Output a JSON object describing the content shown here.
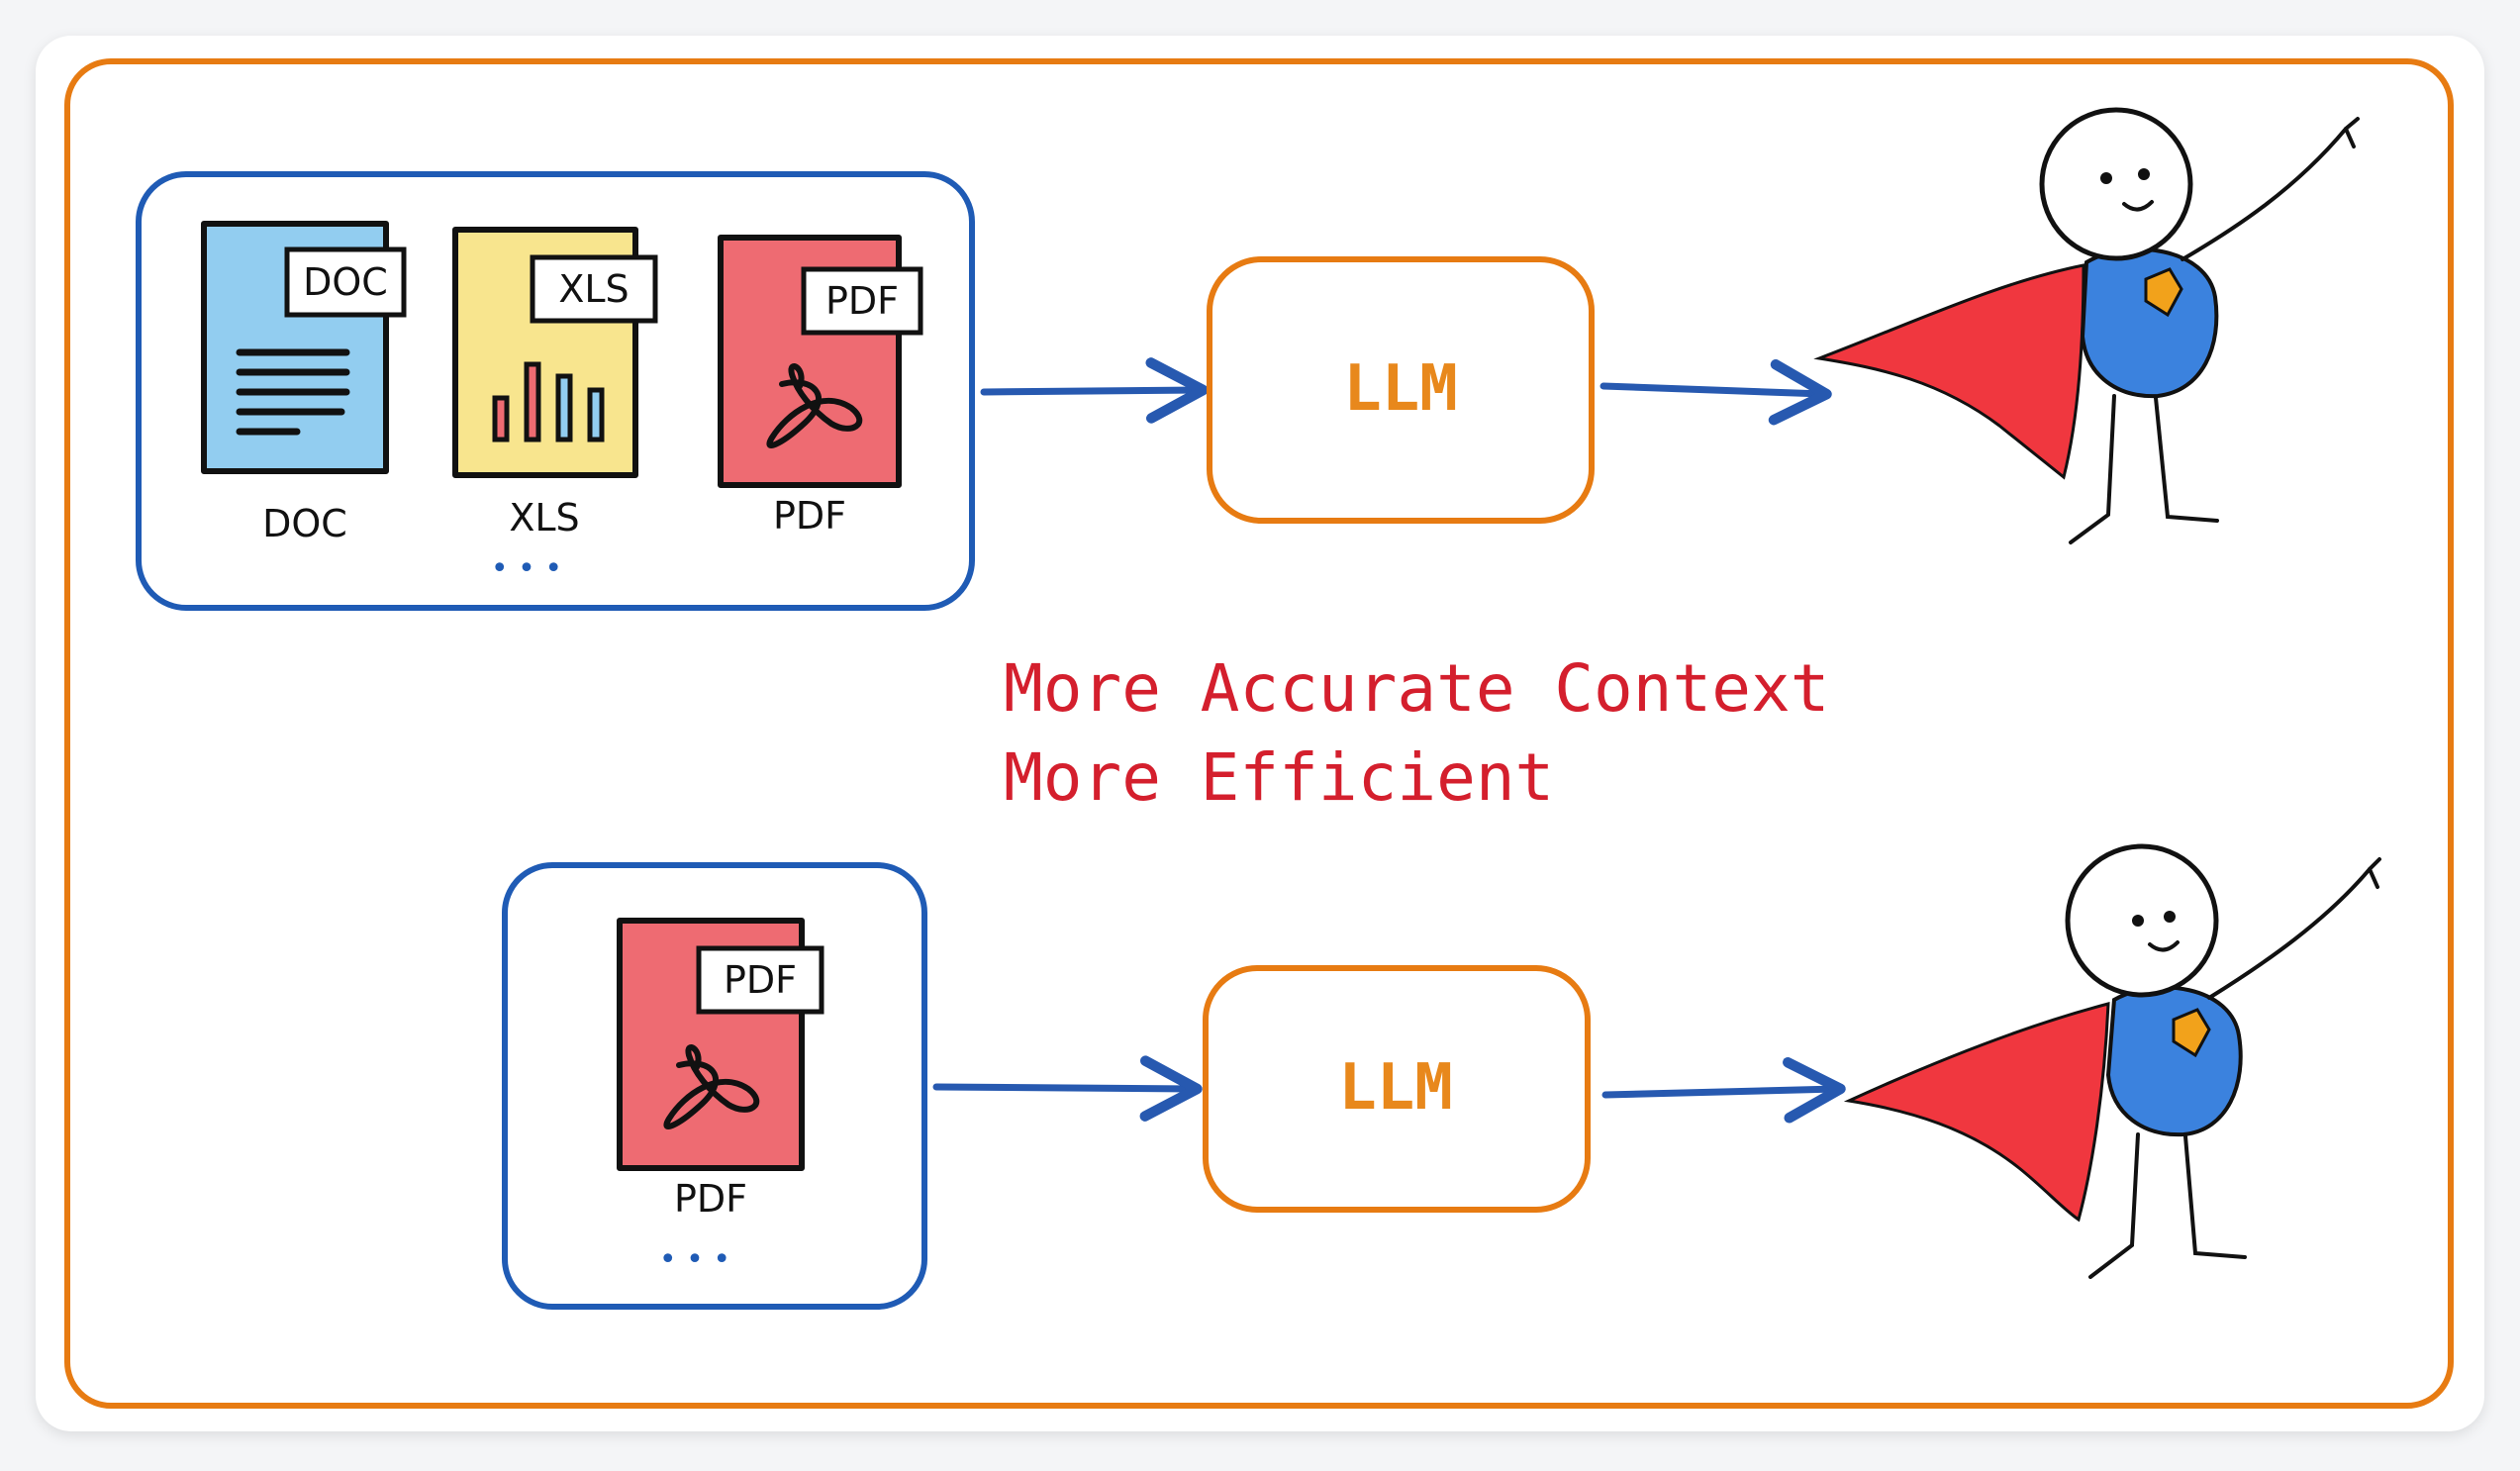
{
  "colors": {
    "frame_orange": "#e77b12",
    "group_blue": "#1f5bb5",
    "arrow_blue": "#2759b0",
    "llm_text": "#e8881c",
    "benefit_red": "#d41f2d",
    "doc_blue": "#92cdf0",
    "xls_yellow": "#f8e58e",
    "pdf_red": "#ee6b72",
    "cape_red": "#f0373f",
    "suit_blue": "#3b82de",
    "emblem_orange": "#f2a21b"
  },
  "top_row": {
    "files": [
      {
        "tag": "DOC",
        "caption": "DOC",
        "icon": "doc-lines-icon"
      },
      {
        "tag": "XLS",
        "caption": "XLS",
        "icon": "bar-chart-icon"
      },
      {
        "tag": "PDF",
        "caption": "PDF",
        "icon": "pdf-symbol-icon"
      }
    ],
    "more": "• • •",
    "llm_label": "LLM"
  },
  "benefits": {
    "line1": "More Accurate Context",
    "line2": "More Efficient"
  },
  "bottom_row": {
    "files": [
      {
        "tag": "PDF",
        "caption": "PDF",
        "icon": "pdf-symbol-icon"
      }
    ],
    "more": "• • •",
    "llm_label": "LLM"
  }
}
